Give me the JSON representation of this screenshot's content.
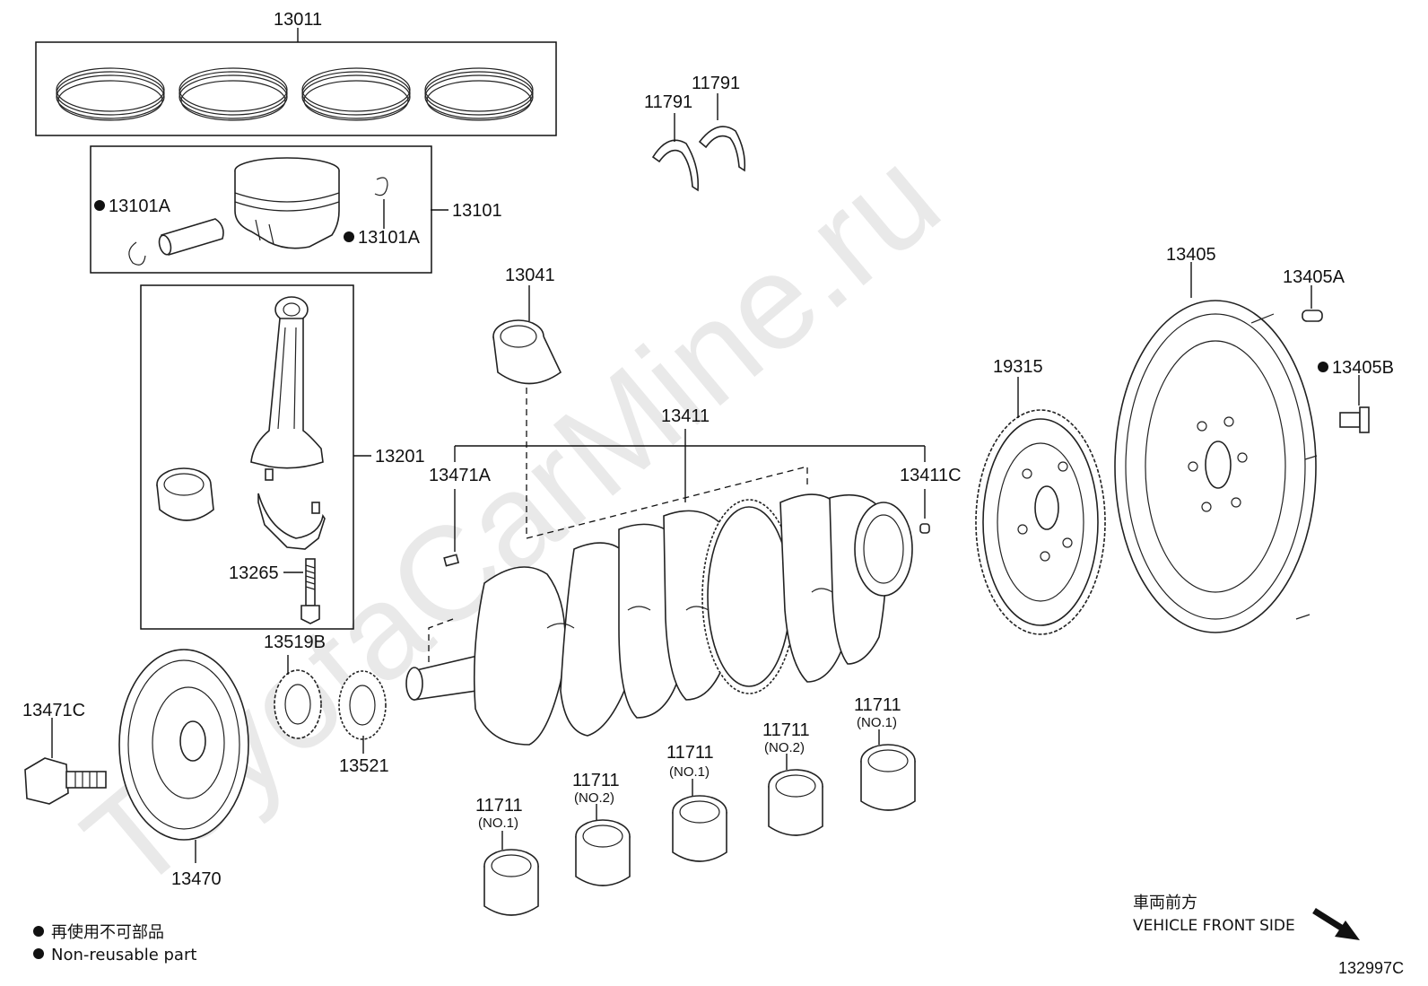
{
  "watermark": "ToyotaCarMine.ru",
  "drawing_code": "132997C",
  "legend": {
    "jp": "再使用不可部品",
    "en": "Non-reusable part"
  },
  "direction": {
    "jp": "車両前方",
    "en": "VEHICLE FRONT SIDE"
  },
  "parts": {
    "p13011": "13011",
    "p11791a": "11791",
    "p11791b": "11791",
    "p13101": "13101",
    "p13101A_left": "13101A",
    "p13101A_right": "13101A",
    "p13201": "13201",
    "p13265": "13265",
    "p13041": "13041",
    "p13411": "13411",
    "p13471A": "13471A",
    "p13411C": "13411C",
    "p19315": "19315",
    "p13405": "13405",
    "p13405A": "13405A",
    "p13405B": "13405B",
    "p13519B": "13519B",
    "p13521": "13521",
    "p13471C": "13471C",
    "p13470": "13470",
    "b1": "11711",
    "b1_no": "(NO.1)",
    "b2": "11711",
    "b2_no": "(NO.2)",
    "b3": "11711",
    "b3_no": "(NO.1)",
    "b4": "11711",
    "b4_no": "(NO.2)",
    "b5": "11711",
    "b5_no": "(NO.1)"
  }
}
